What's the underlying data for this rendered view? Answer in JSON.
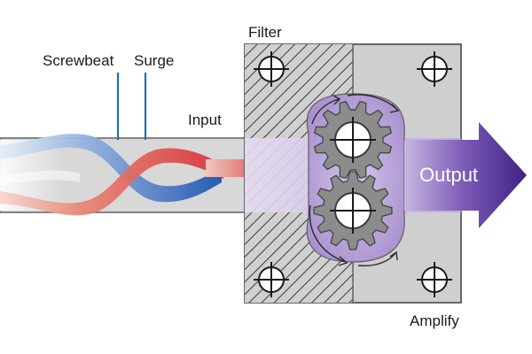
{
  "labels": {
    "screwbeat": "Screwbeat",
    "surge": "Surge",
    "input": "Input",
    "filter": "Filter",
    "output": "Output",
    "amplify": "Amplify"
  },
  "colors": {
    "pipe_fill": "#d6d6d6",
    "housing_fill": "#d0d0d0",
    "gear_fill": "#8c8c8c",
    "callout_line": "#1a73b8",
    "output_arrow_start": "#b8a6d8",
    "output_arrow_end": "#4a2a8a",
    "wave_red": "#e04040",
    "wave_blue": "#2f6fc0"
  },
  "icons": {
    "bolt": "crosshair-bolt-icon",
    "gear": "gear-icon",
    "rotation": "rotation-arrow-icon"
  }
}
